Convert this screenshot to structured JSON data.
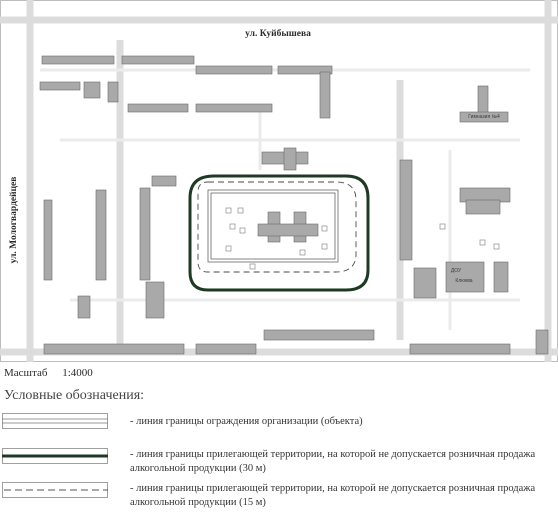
{
  "map": {
    "streets": {
      "north": "ул. Куйбышева",
      "west": "ул. Мологвардейцев"
    },
    "labels": {
      "gymnasium": "Гимназия №4",
      "shop": "Клюква",
      "school": "ДОУ"
    },
    "colors": {
      "building_fill": "#a9a9a9",
      "building_stroke": "#6b6b6b",
      "road": "#dedede",
      "boundary_30m": "#1f3a24",
      "fence": "#555555"
    }
  },
  "scale": {
    "label": "Масштаб",
    "value": "1:4000"
  },
  "legend": {
    "title": "Условные обозначения:",
    "items": [
      {
        "style": "double-line",
        "text": "- линия границы ограждения организации (объекта)"
      },
      {
        "style": "solid-dark",
        "text": "- линия границы прилегающей территории, на которой не допускается розничная продажа алкогольной продукции (30 м)"
      },
      {
        "style": "dashed",
        "text": "- линия границы прилегающей территории, на которой не допускается розничная продажа алкогольной продукции (15 м)"
      }
    ]
  }
}
